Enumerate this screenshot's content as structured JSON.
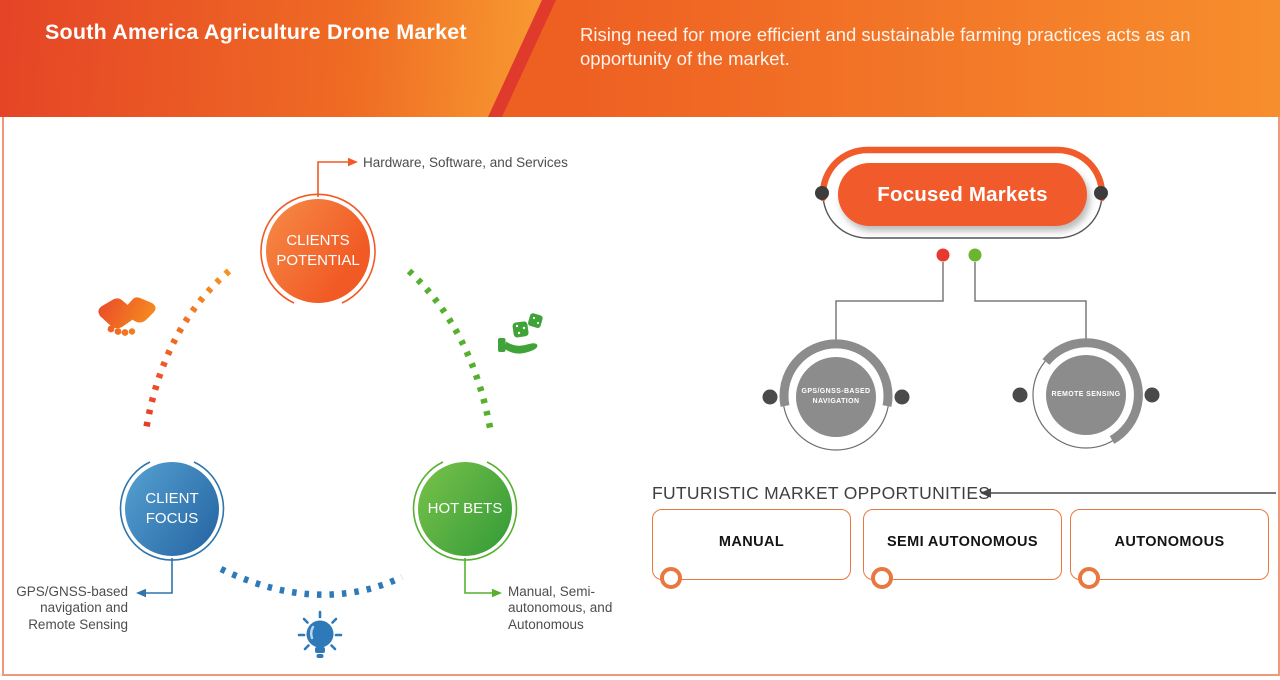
{
  "header": {
    "title": "South America Agriculture Drone Market",
    "subtitle": "Rising need for more efficient and sustainable farming practices acts as an opportunity of the market."
  },
  "strategy_map": {
    "nodes": [
      {
        "id": "clients-potential",
        "label": "CLIENTS POTENTIAL",
        "callout": "Hardware, Software, and Services",
        "color": "#f15a24",
        "icon": "handshake-icon"
      },
      {
        "id": "client-focus",
        "label": "CLIENT FOCUS",
        "callout": "GPS/GNSS-based navigation and Remote Sensing",
        "color": "#2e74ad",
        "icon": "lightbulb-icon"
      },
      {
        "id": "hot-bets",
        "label": "HOT BETS",
        "callout": "Manual, Semi-autonomous, and Autonomous",
        "color": "#56b02f",
        "icon": "dice-hand-icon"
      }
    ]
  },
  "focused_markets": {
    "label": "Focused Markets",
    "branches": [
      {
        "label": "GPS/GNSS-BASED NAVIGATION",
        "dot_color": "#e8392e"
      },
      {
        "label": "REMOTE SENSING",
        "dot_color": "#6cb52e"
      }
    ]
  },
  "opportunities": {
    "heading": "FUTURISTIC MARKET OPPORTUNITIES",
    "items": [
      {
        "label": "MANUAL"
      },
      {
        "label": "SEMI AUTONOMOUS"
      },
      {
        "label": "AUTONOMOUS"
      }
    ]
  },
  "colors": {
    "accent_orange": "#f15a24",
    "accent_blue": "#2e74ad",
    "accent_green": "#56b02f",
    "gray_node": "#8c8c8c",
    "header_red": "#e54426",
    "header_orange": "#f78e2d",
    "frame_border": "#f0977c"
  }
}
